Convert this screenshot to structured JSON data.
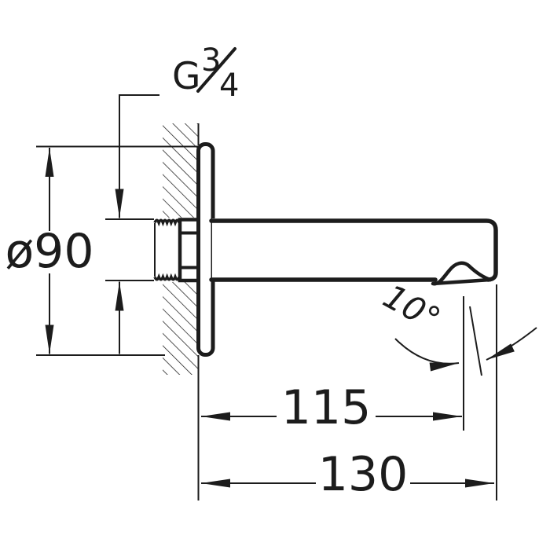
{
  "labels": {
    "diameter": "ø90",
    "thread_prefix": "G",
    "thread_numerator": "3",
    "thread_denominator": "4",
    "projection_to_outlet": "115",
    "projection_total": "130",
    "outlet_angle": "10°"
  },
  "colors": {
    "line": "#1c1c1c",
    "background": "#ffffff"
  }
}
